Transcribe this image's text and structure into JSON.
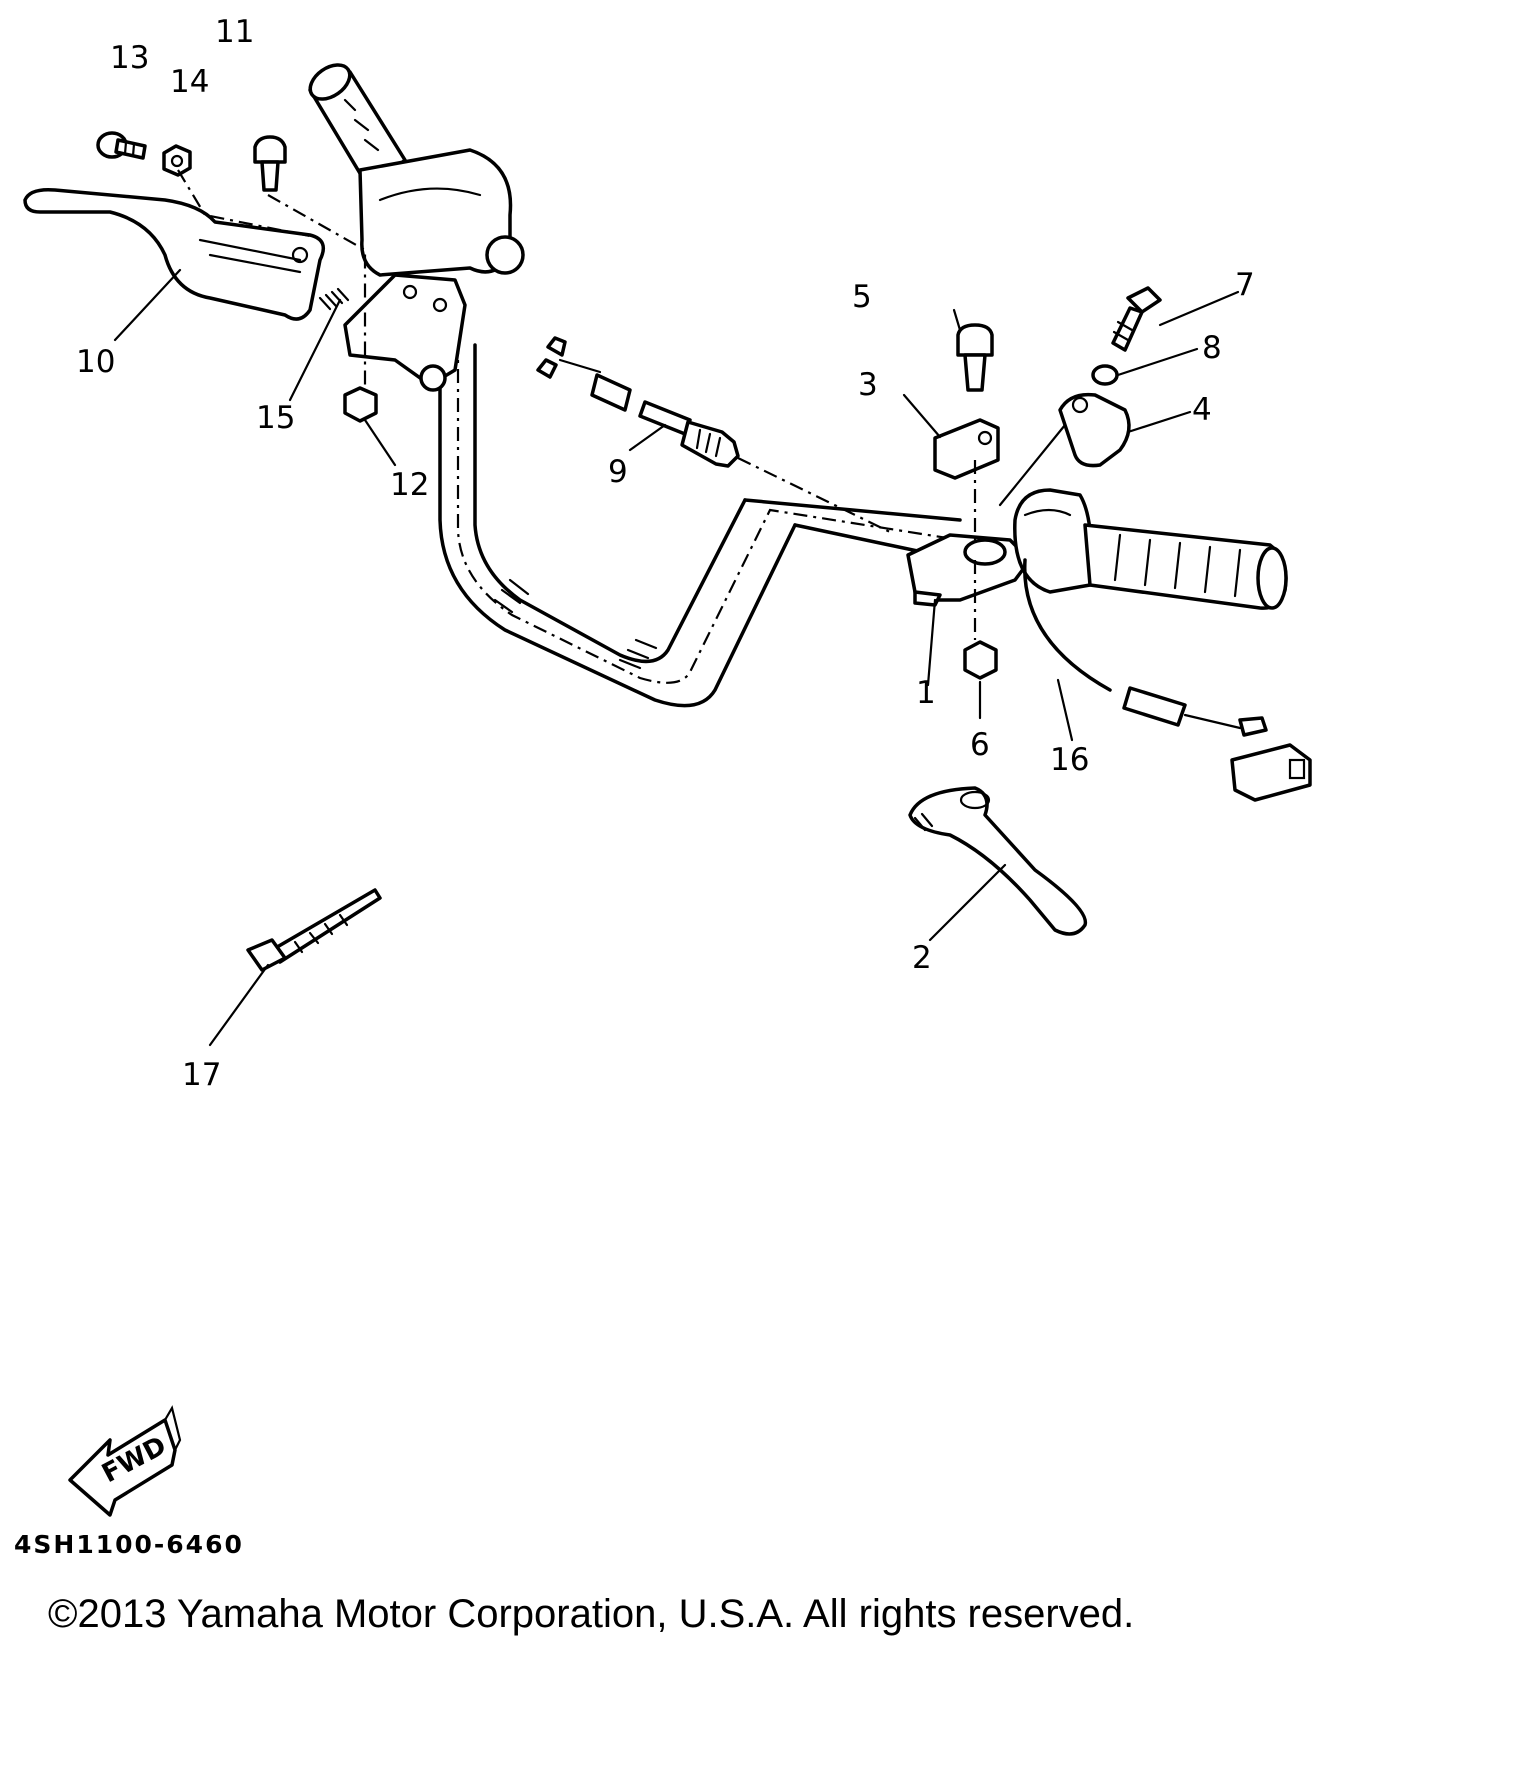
{
  "diagram": {
    "callouts": [
      "1",
      "2",
      "3",
      "4",
      "5",
      "6",
      "7",
      "8",
      "9",
      "10",
      "11",
      "12",
      "13",
      "14",
      "15",
      "16",
      "17"
    ],
    "fwd_label": "FWD",
    "part_code": "4SH1100-6460",
    "copyright": "©2013 Yamaha Motor Corporation, U.S.A. All rights reserved."
  }
}
